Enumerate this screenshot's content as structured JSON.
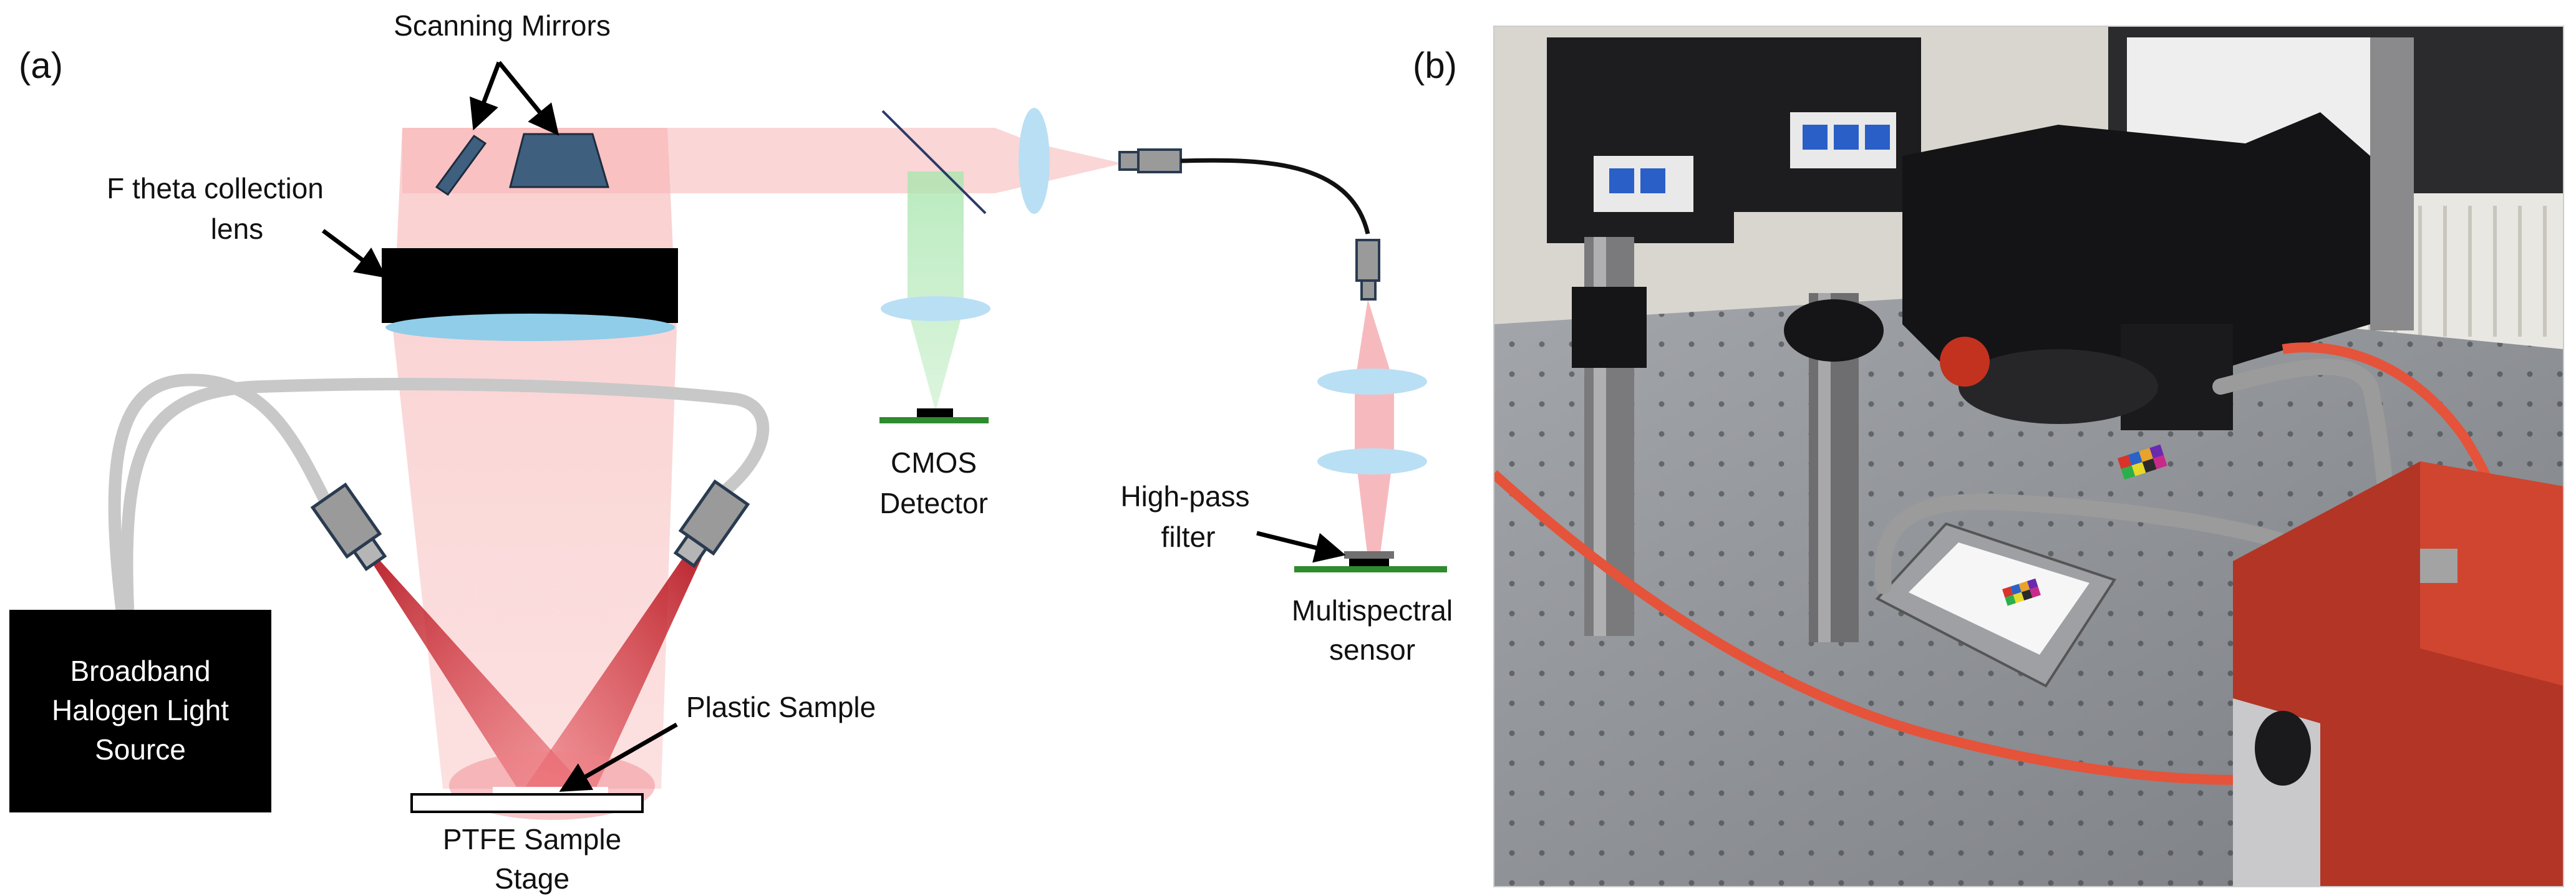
{
  "panels": {
    "a": "(a)",
    "b": "(b)"
  },
  "labels": {
    "scanning_mirrors": "Scanning Mirrors",
    "f_theta_line1": "F theta collection",
    "f_theta_line2": "lens",
    "cmos_line1": "CMOS",
    "cmos_line2": "Detector",
    "highpass_line1": "High-pass",
    "highpass_line2": "filter",
    "multispectral_line1": "Multispectral",
    "multispectral_line2": "sensor",
    "light_source_line1": "Broadband",
    "light_source_line2": "Halogen Light",
    "light_source_line3": "Source",
    "plastic_sample": "Plastic Sample",
    "ptfe_line1": "PTFE Sample",
    "ptfe_line2": "Stage"
  },
  "colors": {
    "beam_red": "#f8b4b4",
    "illum_red": "#c8101a",
    "beam_green": "#9fe0a6",
    "lens_blue": "#b9dff4",
    "fiber_gray": "#c6c6c6",
    "mirror_blue": "#3f5f7f",
    "sensor_green": "#2e8b2e",
    "table_gray": "#8c8f94"
  }
}
